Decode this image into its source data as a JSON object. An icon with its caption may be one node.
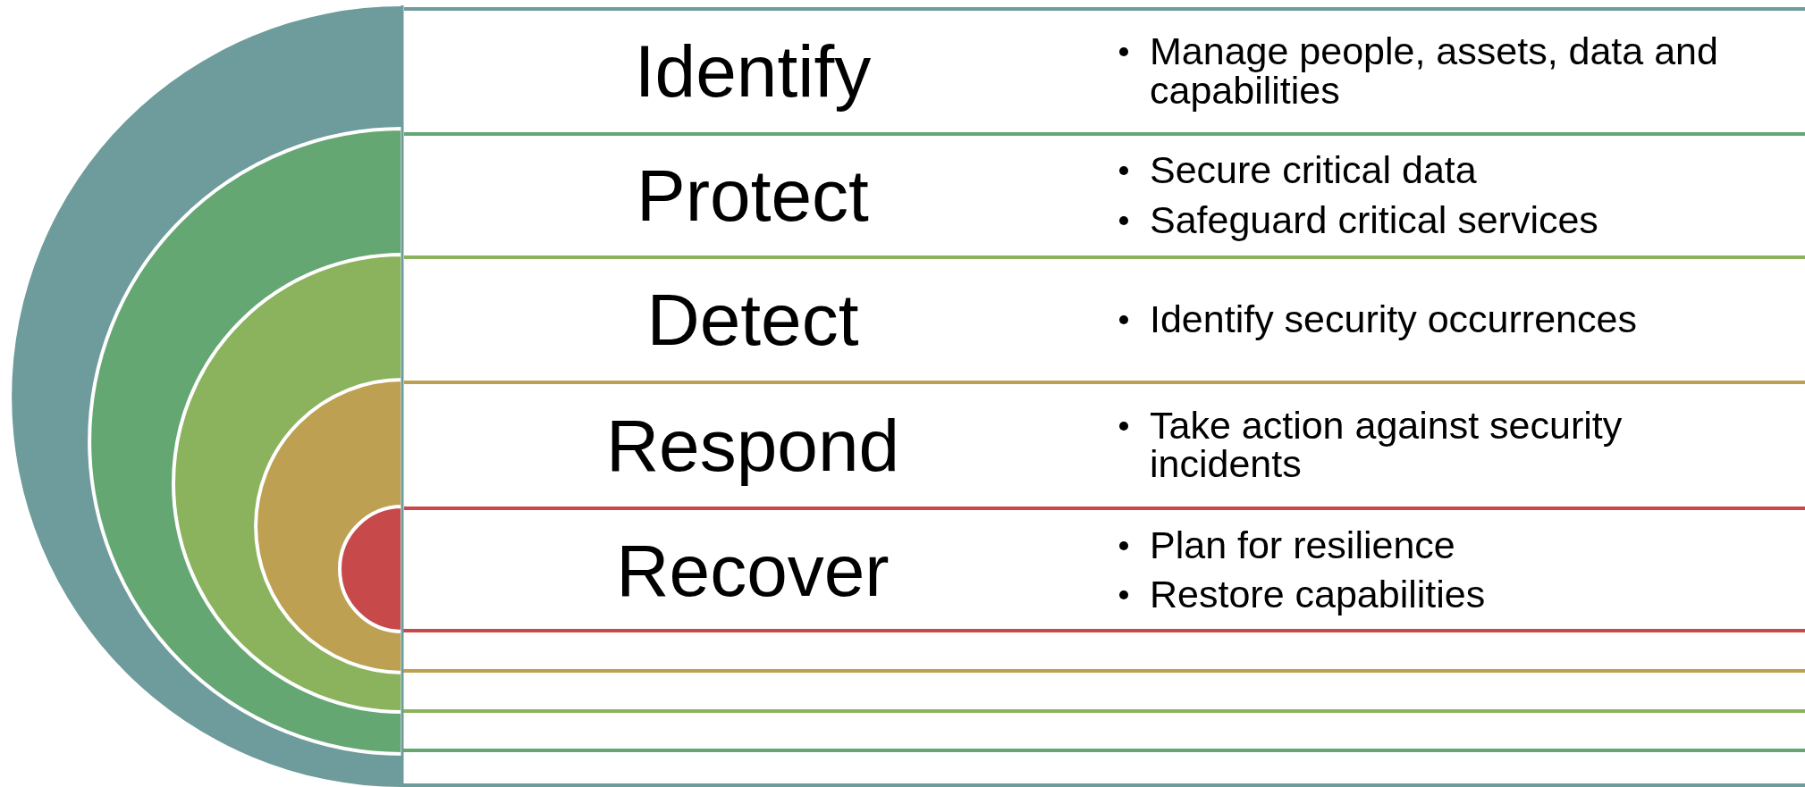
{
  "diagram": {
    "nodes": [
      {
        "text": [
          "Identify",
          "Manage people, assets, data and capabilities"
        ]
      },
      {
        "text": [
          "Protect",
          "Secure critical data",
          "Safeguard critical services"
        ]
      },
      {
        "text": [
          "Detect",
          "Identify security occurrences"
        ]
      },
      {
        "text": [
          "Respond",
          "Take action against security incidents"
        ]
      },
      {
        "text": [
          "Recover",
          "Plan for resilience",
          "Restore capabilities"
        ]
      }
    ],
    "edges": []
  }
}
